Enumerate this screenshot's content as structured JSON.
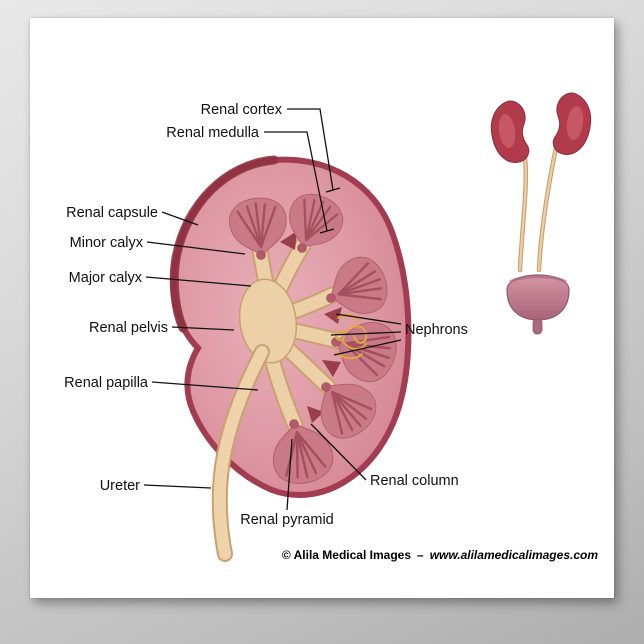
{
  "labels": {
    "renal_cortex": "Renal cortex",
    "renal_medulla": "Renal medulla",
    "renal_capsule": "Renal capsule",
    "minor_calyx": "Minor calyx",
    "major_calyx": "Major calyx",
    "renal_pelvis": "Renal pelvis",
    "renal_papilla": "Renal papilla",
    "ureter": "Ureter",
    "renal_pyramid": "Renal pyramid",
    "renal_column": "Renal column",
    "nephrons": "Nephrons"
  },
  "footer": {
    "credit": "© Alila Medical Images",
    "separator": "–",
    "website": "www.alilamedicalimages.com"
  },
  "colors": {
    "capsule": "#a23c50",
    "capsule_dark": "#8e3140",
    "cortex": "#dd97a3",
    "pyramid": "#c97a86",
    "pyramid_stripe": "#a55061",
    "pelvis": "#ecd0a8",
    "pelvis_outline": "#c9a06f",
    "papilla": "#b2596b",
    "nephron": "#e2a93f",
    "mini_kidney": "#b23b4b",
    "bladder": "#c08296",
    "label_text": "#111111"
  }
}
